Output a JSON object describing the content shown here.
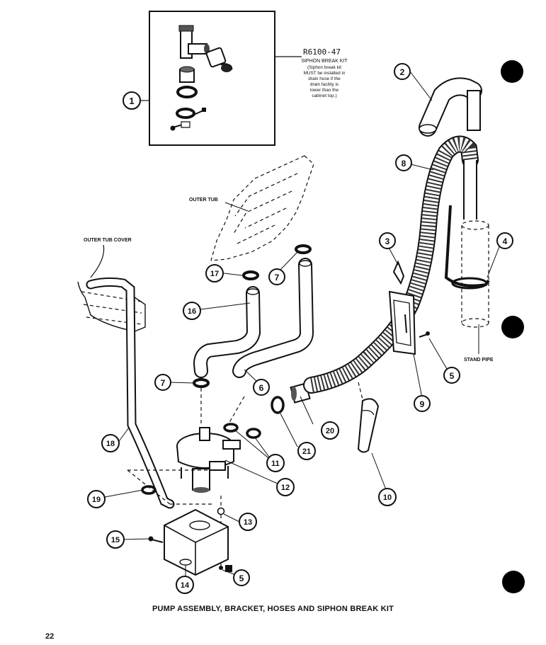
{
  "kit": {
    "part_number": "R6100-47",
    "title": "SIPHON BREAK KIT",
    "note_lines": [
      "(Siphon break kit",
      "MUST be installed in",
      "drain hose if the",
      "drain facility is",
      "lower than the",
      "cabinet top.)"
    ]
  },
  "labels": {
    "outer_tub": "OUTER TUB",
    "outer_tub_cover": "OUTER TUB COVER",
    "stand_pipe": "STAND PIPE"
  },
  "callouts": [
    "1",
    "2",
    "3",
    "4",
    "5",
    "6",
    "7",
    "8",
    "9",
    "10",
    "11",
    "12",
    "13",
    "14",
    "15",
    "16",
    "17",
    "18",
    "19",
    "20",
    "21"
  ],
  "caption": "PUMP ASSEMBLY, BRACKET, HOSES AND SIPHON BREAK KIT",
  "page_number": "22"
}
